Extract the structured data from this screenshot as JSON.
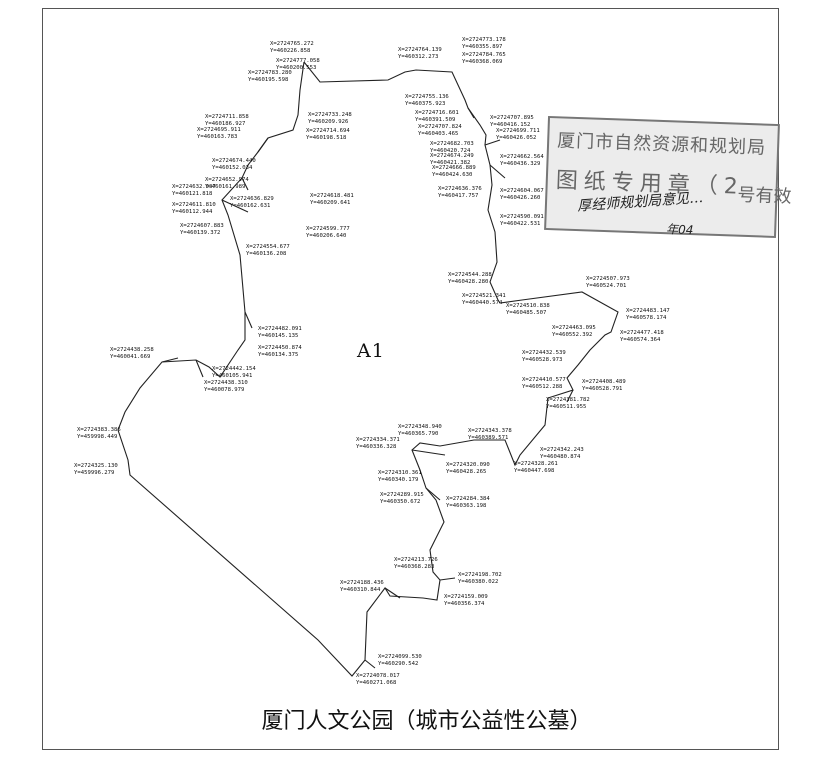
{
  "map": {
    "title": "厦门人文公园（城市公益性公墓）",
    "parcel_label": "A1",
    "line_color": "#222222",
    "stamp": {
      "line1": "厦门市自然资源和规划局",
      "line2": "图纸专用章（2",
      "line3": "号有效",
      "signature": "厚经师规划局意见…",
      "signature2": "年04"
    },
    "points": [
      {
        "x": "X=2724765.272",
        "y": "Y=460226.858"
      },
      {
        "x": "X=2724777.058",
        "y": "Y=460200.553"
      },
      {
        "x": "X=2724783.280",
        "y": "Y=460195.598"
      },
      {
        "x": "X=2724764.139",
        "y": "Y=460312.273"
      },
      {
        "x": "X=2724773.178",
        "y": "Y=460355.897"
      },
      {
        "x": "X=2724784.765",
        "y": "Y=460368.069"
      },
      {
        "x": "X=2724755.136",
        "y": "Y=460375.923"
      },
      {
        "x": "X=2724716.601",
        "y": "Y=460391.509"
      },
      {
        "x": "X=2724707.824",
        "y": "Y=460403.465"
      },
      {
        "x": "X=2724707.895",
        "y": "Y=460416.152"
      },
      {
        "x": "X=2724699.711",
        "y": "Y=460426.052"
      },
      {
        "x": "X=2724682.703",
        "y": "Y=460420.724"
      },
      {
        "x": "X=2724674.249",
        "y": "Y=460421.382"
      },
      {
        "x": "X=2724666.889",
        "y": "Y=460424.630"
      },
      {
        "x": "X=2724662.564",
        "y": "Y=460436.329"
      },
      {
        "x": "X=2724636.376",
        "y": "Y=460417.757"
      },
      {
        "x": "X=2724604.067",
        "y": "Y=460426.260"
      },
      {
        "x": "X=2724590.091",
        "y": "Y=460422.531"
      },
      {
        "x": "X=2724733.248",
        "y": "Y=460209.926"
      },
      {
        "x": "X=2724714.694",
        "y": "Y=460198.518"
      },
      {
        "x": "X=2724711.858",
        "y": "Y=460186.927"
      },
      {
        "x": "X=2724695.911",
        "y": "Y=460163.783"
      },
      {
        "x": "X=2724674.440",
        "y": "Y=460152.034"
      },
      {
        "x": "X=2724652.974",
        "y": "Y=460161.989"
      },
      {
        "x": "X=2724632.937",
        "y": "Y=460121.818"
      },
      {
        "x": "X=2724611.810",
        "y": "Y=460112.944"
      },
      {
        "x": "X=2724636.829",
        "y": "Y=460162.631"
      },
      {
        "x": "X=2724618.481",
        "y": "Y=460209.641"
      },
      {
        "x": "X=2724599.777",
        "y": "Y=460206.640"
      },
      {
        "x": "X=2724607.883",
        "y": "Y=460139.372"
      },
      {
        "x": "X=2724554.677",
        "y": "Y=460136.208"
      },
      {
        "x": "X=2724544.288",
        "y": "Y=460428.280"
      },
      {
        "x": "X=2724521.341",
        "y": "Y=460440.574"
      },
      {
        "x": "X=2724510.838",
        "y": "Y=460485.507"
      },
      {
        "x": "X=2724507.973",
        "y": "Y=460524.701"
      },
      {
        "x": "X=2724483.147",
        "y": "Y=460578.174"
      },
      {
        "x": "X=2724477.418",
        "y": "Y=460574.364"
      },
      {
        "x": "X=2724463.095",
        "y": "Y=460552.392"
      },
      {
        "x": "X=2724482.091",
        "y": "Y=460145.135"
      },
      {
        "x": "X=2724450.874",
        "y": "Y=460134.375"
      },
      {
        "x": "X=2724442.154",
        "y": "Y=460105.941"
      },
      {
        "x": "X=2724438.310",
        "y": "Y=460078.979"
      },
      {
        "x": "X=2724438.258",
        "y": "Y=460041.669"
      },
      {
        "x": "X=2724432.539",
        "y": "Y=460528.973"
      },
      {
        "x": "X=2724410.577",
        "y": "Y=460512.288"
      },
      {
        "x": "X=2724408.489",
        "y": "Y=460528.791"
      },
      {
        "x": "X=2724381.782",
        "y": "Y=460511.955"
      },
      {
        "x": "X=2724383.386",
        "y": "Y=459998.449"
      },
      {
        "x": "X=2724348.940",
        "y": "Y=460365.790"
      },
      {
        "x": "X=2724343.378",
        "y": "Y=460389.571"
      },
      {
        "x": "X=2724334.371",
        "y": "Y=460336.328"
      },
      {
        "x": "X=2724342.243",
        "y": "Y=460480.874"
      },
      {
        "x": "X=2724328.261",
        "y": "Y=460447.698"
      },
      {
        "x": "X=2724320.090",
        "y": "Y=460428.265"
      },
      {
        "x": "X=2724325.130",
        "y": "Y=459996.279"
      },
      {
        "x": "X=2724310.361",
        "y": "Y=460340.179"
      },
      {
        "x": "X=2724289.915",
        "y": "Y=460350.672"
      },
      {
        "x": "X=2724284.384",
        "y": "Y=460363.198"
      },
      {
        "x": "X=2724213.726",
        "y": "Y=460368.283"
      },
      {
        "x": "X=2724198.702",
        "y": "Y=460380.022"
      },
      {
        "x": "X=2724188.436",
        "y": "Y=460310.844"
      },
      {
        "x": "X=2724159.009",
        "y": "Y=460356.374"
      },
      {
        "x": "X=2724099.530",
        "y": "Y=460290.542"
      },
      {
        "x": "X=2724078.017",
        "y": "Y=460271.068"
      }
    ]
  }
}
